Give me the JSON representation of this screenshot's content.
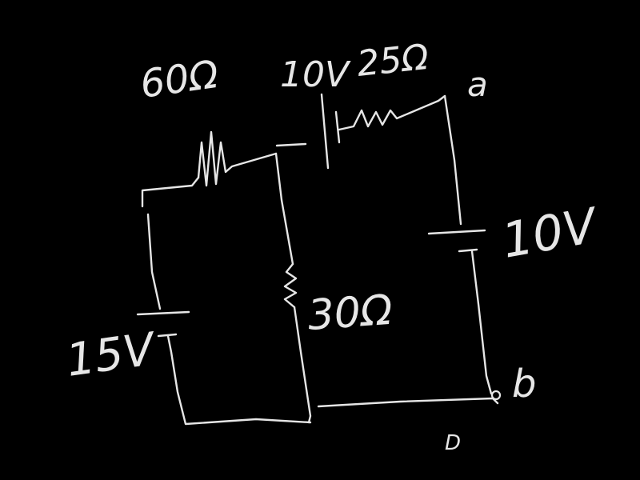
{
  "colors": {
    "background": "#000000",
    "ink": "#e6e6e6"
  },
  "labels": {
    "r60": "60Ω",
    "v10_top": "10V",
    "r25": "25Ω",
    "node_a": "a",
    "v10_right": "10V",
    "r30": "30Ω",
    "v15": "15V",
    "node_b": "b",
    "bottom_mark": "D"
  }
}
